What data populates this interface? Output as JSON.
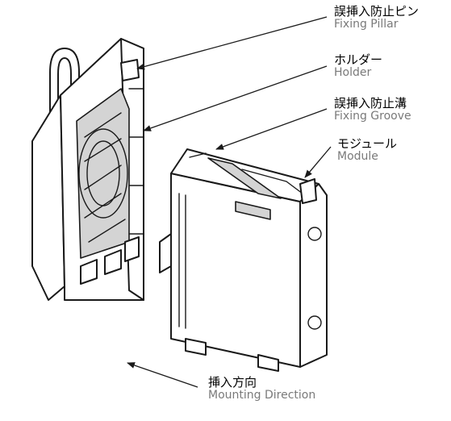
{
  "labels": {
    "fixing_pillar": {
      "jp": "誤挿入防止ピン",
      "en": "Fixing Pillar"
    },
    "holder": {
      "jp": "ホルダー",
      "en": "Holder"
    },
    "fixing_groove": {
      "jp": "誤挿入防止溝",
      "en": "Fixing Groove"
    },
    "module": {
      "jp": "モジュール",
      "en": "Module"
    },
    "mounting_direction": {
      "jp": "挿入方向",
      "en": "Mounting Direction"
    }
  },
  "colors": {
    "line": "#1a1a1a",
    "shade": "#d4d4d4",
    "caption_en": "#7a7a7a"
  }
}
